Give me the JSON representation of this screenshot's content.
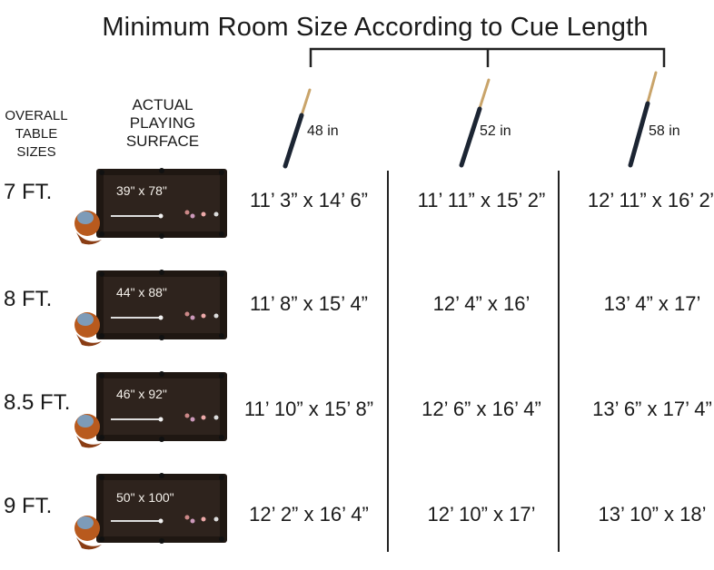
{
  "title": "Minimum Room Size According to Cue Length",
  "header": {
    "overall": "OVERALL TABLE SIZES",
    "playing": "ACTUAL PLAYING SURFACE"
  },
  "cues": [
    {
      "label": "48 in"
    },
    {
      "label": "52 in"
    },
    {
      "label": "58 in"
    }
  ],
  "rows": [
    {
      "size": "7 FT.",
      "surface": "39\" x 78\"",
      "dims": [
        "11’ 3” x 14’ 6”",
        "11’ 11” x 15’ 2”",
        "12’ 11” x 16’ 2”"
      ]
    },
    {
      "size": "8 FT.",
      "surface": "44\" x 88\"",
      "dims": [
        "11’ 8” x 15’ 4”",
        "12’ 4” x 16’",
        "13’ 4” x 17’"
      ]
    },
    {
      "size": "8.5 FT.",
      "surface": "46\" x 92\"",
      "dims": [
        "11’ 10” x 15’ 8”",
        "12’ 6” x 16’ 4”",
        "13’ 6” x 17’ 4”"
      ]
    },
    {
      "size": "9 FT.",
      "surface": "50\" x 100\"",
      "dims": [
        "12’ 2” x 16’ 4”",
        "12’ 10” x 17’",
        "13’ 10” x 18’"
      ]
    }
  ],
  "colors": {
    "felt": "#2e231d",
    "rail": "#1f1712",
    "accent": "#b85a1e",
    "text": "#1a1a1a"
  }
}
